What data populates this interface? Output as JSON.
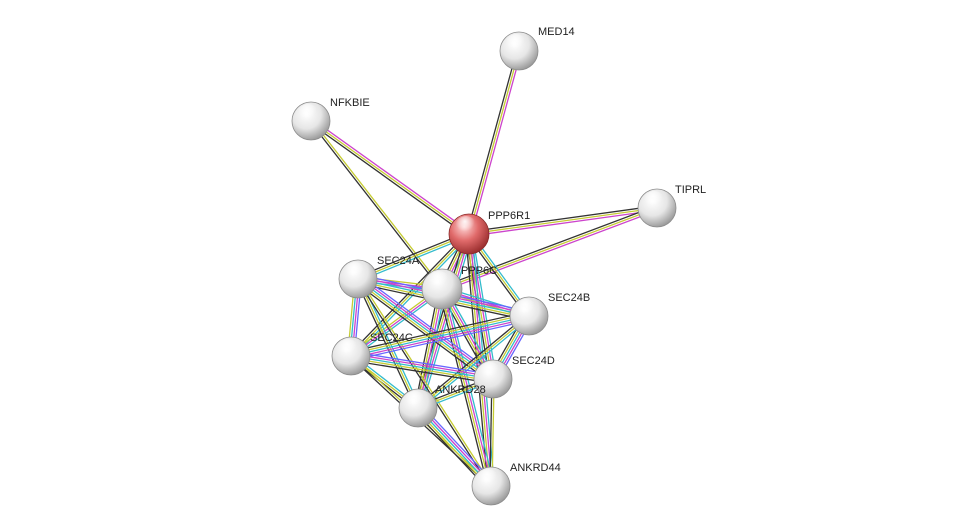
{
  "nodes": [
    {
      "id": "PPP6R1",
      "label": "PPP6R1",
      "query": true
    },
    {
      "id": "MED14",
      "label": "MED14"
    },
    {
      "id": "NFKBIE",
      "label": "NFKBIE"
    },
    {
      "id": "TIPRL",
      "label": "TIPRL"
    },
    {
      "id": "SEC24A",
      "label": "SEC24A"
    },
    {
      "id": "PPP6C",
      "label": "PPP6C"
    },
    {
      "id": "SEC24B",
      "label": "SEC24B"
    },
    {
      "id": "SEC24C",
      "label": "SEC24C"
    },
    {
      "id": "SEC24D",
      "label": "SEC24D"
    },
    {
      "id": "ANKRD28",
      "label": "ANKRD28"
    },
    {
      "id": "ANKRD44",
      "label": "ANKRD44"
    }
  ],
  "evidence_colors": {
    "textmining": "#c6cc33",
    "coexpression": "#333333",
    "experiments": "#cc44cc",
    "databases": "#33bbcc",
    "homology": "#6666ff",
    "fusion": "#dd2222"
  },
  "query_node_color": "#e05c5c",
  "edges": [
    {
      "s": "PPP6R1",
      "t": "MED14",
      "ev": [
        "coexpression",
        "textmining",
        "experiments"
      ]
    },
    {
      "s": "PPP6R1",
      "t": "NFKBIE",
      "ev": [
        "coexpression",
        "textmining",
        "experiments"
      ]
    },
    {
      "s": "PPP6R1",
      "t": "TIPRL",
      "ev": [
        "coexpression",
        "textmining",
        "experiments"
      ]
    },
    {
      "s": "PPP6C",
      "t": "NFKBIE",
      "ev": [
        "coexpression",
        "textmining"
      ]
    },
    {
      "s": "PPP6C",
      "t": "TIPRL",
      "ev": [
        "coexpression",
        "textmining",
        "experiments"
      ]
    },
    {
      "s": "PPP6R1",
      "t": "PPP6C",
      "ev": [
        "databases",
        "experiments",
        "textmining",
        "coexpression"
      ]
    },
    {
      "s": "PPP6R1",
      "t": "SEC24A",
      "ev": [
        "databases",
        "textmining",
        "coexpression"
      ]
    },
    {
      "s": "PPP6R1",
      "t": "SEC24B",
      "ev": [
        "databases",
        "textmining",
        "coexpression"
      ]
    },
    {
      "s": "PPP6R1",
      "t": "SEC24C",
      "ev": [
        "databases",
        "textmining",
        "coexpression"
      ]
    },
    {
      "s": "PPP6R1",
      "t": "SEC24D",
      "ev": [
        "databases",
        "experiments",
        "textmining",
        "coexpression"
      ]
    },
    {
      "s": "PPP6R1",
      "t": "ANKRD28",
      "ev": [
        "databases",
        "experiments",
        "textmining",
        "coexpression"
      ]
    },
    {
      "s": "PPP6R1",
      "t": "ANKRD44",
      "ev": [
        "databases",
        "experiments",
        "textmining",
        "coexpression"
      ]
    },
    {
      "s": "PPP6C",
      "t": "SEC24A",
      "ev": [
        "databases",
        "experiments",
        "textmining"
      ]
    },
    {
      "s": "PPP6C",
      "t": "SEC24B",
      "ev": [
        "databases",
        "experiments",
        "textmining"
      ]
    },
    {
      "s": "PPP6C",
      "t": "SEC24C",
      "ev": [
        "databases",
        "experiments",
        "textmining"
      ]
    },
    {
      "s": "PPP6C",
      "t": "SEC24D",
      "ev": [
        "databases",
        "experiments",
        "textmining",
        "coexpression"
      ]
    },
    {
      "s": "PPP6C",
      "t": "ANKRD28",
      "ev": [
        "databases",
        "experiments",
        "textmining",
        "coexpression"
      ]
    },
    {
      "s": "PPP6C",
      "t": "ANKRD44",
      "ev": [
        "databases",
        "experiments",
        "textmining",
        "coexpression"
      ]
    },
    {
      "s": "SEC24A",
      "t": "SEC24B",
      "ev": [
        "homology",
        "experiments",
        "databases",
        "textmining",
        "coexpression"
      ]
    },
    {
      "s": "SEC24A",
      "t": "SEC24C",
      "ev": [
        "homology",
        "experiments",
        "databases",
        "textmining"
      ]
    },
    {
      "s": "SEC24A",
      "t": "SEC24D",
      "ev": [
        "homology",
        "experiments",
        "databases",
        "textmining",
        "coexpression"
      ]
    },
    {
      "s": "SEC24A",
      "t": "ANKRD28",
      "ev": [
        "databases",
        "textmining",
        "coexpression"
      ]
    },
    {
      "s": "SEC24A",
      "t": "ANKRD44",
      "ev": [
        "textmining",
        "coexpression"
      ]
    },
    {
      "s": "SEC24B",
      "t": "SEC24C",
      "ev": [
        "homology",
        "experiments",
        "databases",
        "textmining",
        "coexpression"
      ]
    },
    {
      "s": "SEC24B",
      "t": "SEC24D",
      "ev": [
        "homology",
        "experiments",
        "databases",
        "textmining",
        "coexpression"
      ]
    },
    {
      "s": "SEC24B",
      "t": "ANKRD28",
      "ev": [
        "databases",
        "textmining",
        "coexpression"
      ]
    },
    {
      "s": "SEC24C",
      "t": "SEC24D",
      "ev": [
        "homology",
        "experiments",
        "databases",
        "textmining",
        "coexpression"
      ]
    },
    {
      "s": "SEC24C",
      "t": "ANKRD28",
      "ev": [
        "databases",
        "textmining",
        "coexpression"
      ]
    },
    {
      "s": "SEC24C",
      "t": "ANKRD44",
      "ev": [
        "textmining",
        "coexpression"
      ]
    },
    {
      "s": "SEC24D",
      "t": "ANKRD28",
      "ev": [
        "databases",
        "textmining",
        "coexpression"
      ]
    },
    {
      "s": "SEC24D",
      "t": "ANKRD44",
      "ev": [
        "textmining",
        "coexpression"
      ]
    },
    {
      "s": "ANKRD28",
      "t": "ANKRD44",
      "ev": [
        "homology",
        "experiments",
        "databases",
        "textmining",
        "coexpression"
      ]
    }
  ]
}
